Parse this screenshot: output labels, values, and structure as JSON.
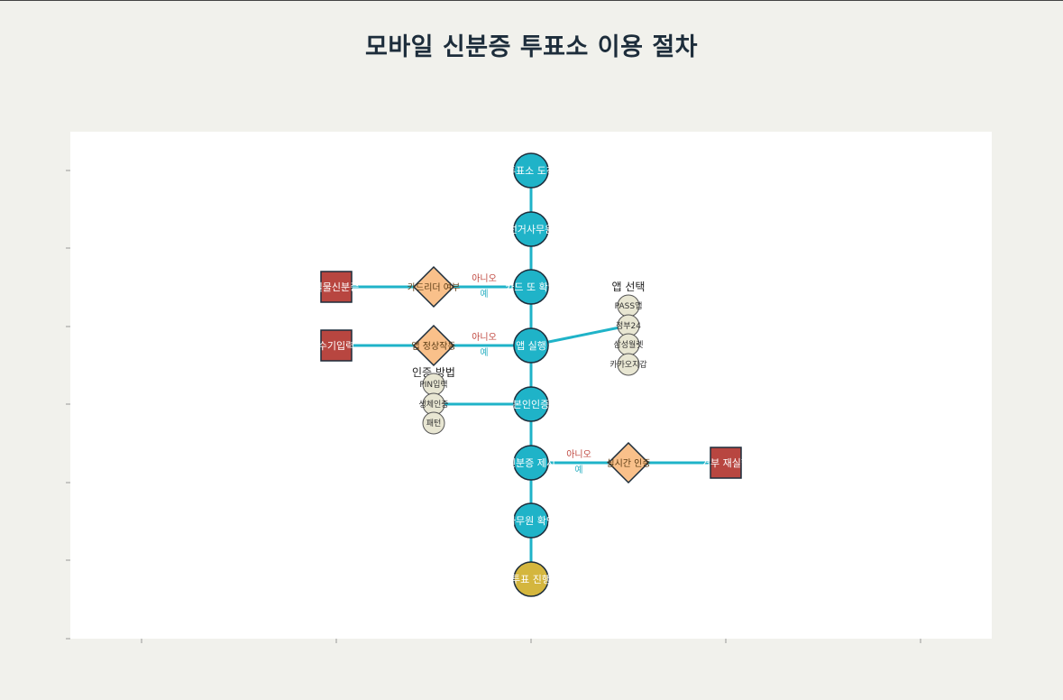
{
  "title": "모바일 신분증 투표소 이용 절차",
  "colors": {
    "page_bg": "#f1f1ec",
    "plot_bg": "#ffffff",
    "edge": "#1fb3c8",
    "main_node": "#1fb3c8",
    "final_node": "#d4b63e",
    "decision": "#f9c08a",
    "fail_node": "#b84640",
    "option_node": "#e8e6d2",
    "no_label": "#c0473f",
    "yes_label": "#2fb1c4"
  },
  "main_steps": [
    "투표소 도착",
    "선거사무원",
    "카드 또 확인",
    "앱 실행",
    "본인인증",
    "신분증 제시",
    "사무원 확인",
    "투표 진행"
  ],
  "decisions": {
    "card": "카드리더 여부",
    "app": "앱 정상작동",
    "realtime": "실시간 인증"
  },
  "fail_nodes": {
    "physical_id": "실물신분증",
    "manual_input": "수기입력",
    "refuse": "거부 재실행"
  },
  "edge_labels": {
    "no": "아니오",
    "yes": "예"
  },
  "auth_method": {
    "title": "인증 방법",
    "options": [
      "PIN입력",
      "생체인증",
      "패턴"
    ]
  },
  "app_select": {
    "title": "앱 선택",
    "options": [
      "PASS앱",
      "정부24",
      "삼성월렛",
      "카카오지갑"
    ]
  }
}
